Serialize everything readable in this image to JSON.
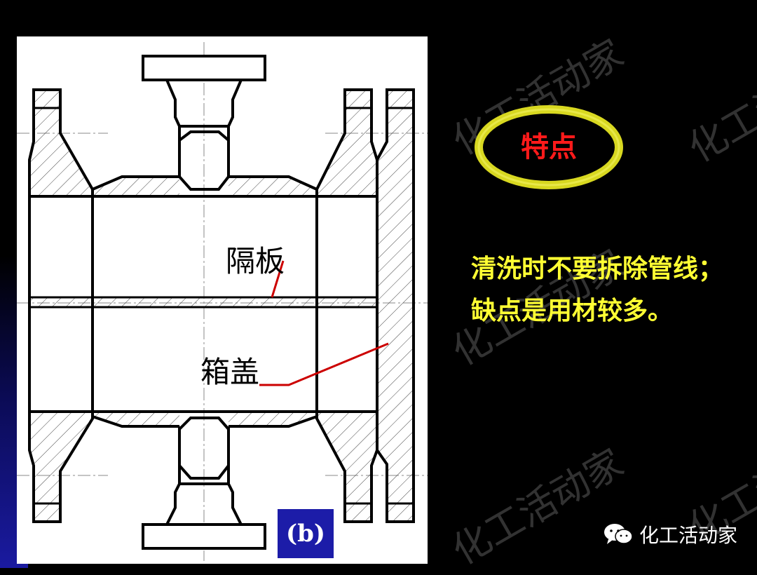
{
  "diagram": {
    "label_partition": "隔板",
    "label_cover": "箱盖",
    "figure_tag": "(b)"
  },
  "badge": {
    "text": "特点"
  },
  "features": {
    "line1": "清洗时不要拆除管线；",
    "line2": "缺点是用材较多。"
  },
  "watermark": {
    "text": "化工活动家"
  },
  "credit": {
    "icon": "wechat-icon",
    "text": "化工活动家"
  },
  "colors": {
    "background": "#000000",
    "panel": "#ffffff",
    "badge_ring": "#d8d820",
    "badge_text": "#ff1a1a",
    "feature_text": "#ffff33",
    "leader_line": "#cc0000",
    "tag_box": "#1c1ca8"
  }
}
